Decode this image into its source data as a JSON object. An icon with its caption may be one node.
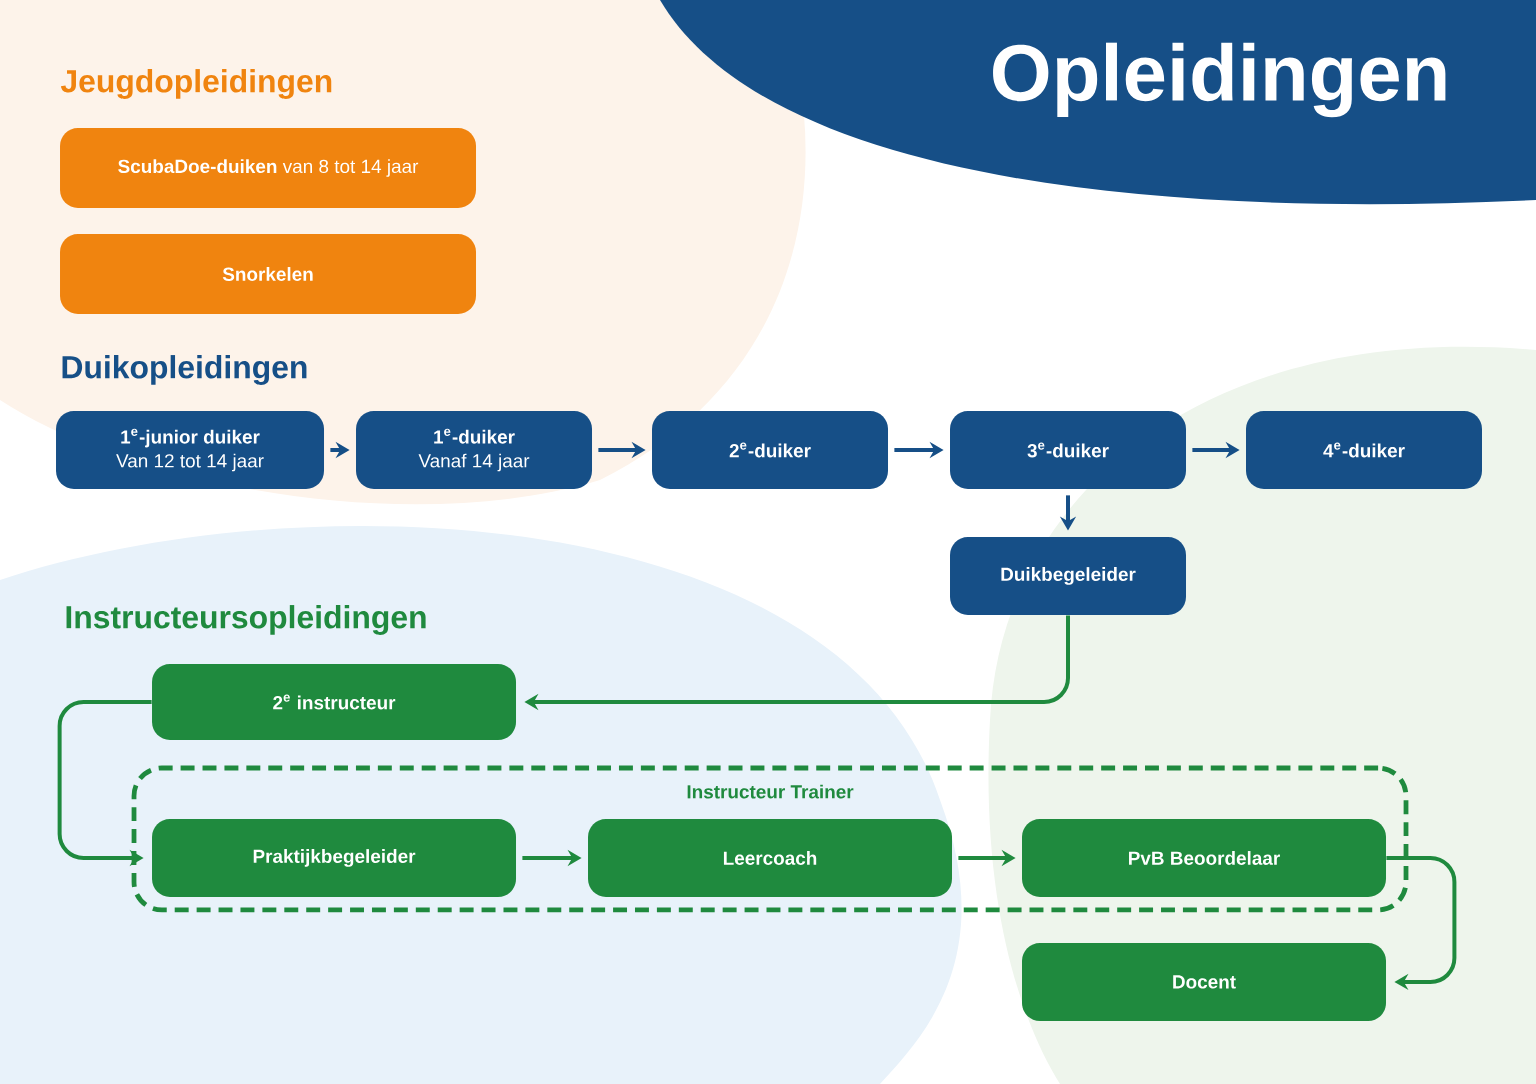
{
  "diagram": {
    "title": "Opleidingen",
    "nodes": [
      {
        "text": [
          "**ScubaDoe-duiken** van 8 tot 14 jaar"
        ]
      },
      {
        "text": [
          "Snorkelen"
        ]
      },
      {
        "text": [
          "1$^{e}$-junior duiker",
          "Van 12 tot 14 jaar"
        ]
      },
      {
        "text": [
          "1$^{e}$-duiker",
          "Vanaf 14 jaar"
        ]
      },
      {
        "text": [
          "2$^{e}$-duiker"
        ]
      },
      {
        "text": [
          "3$^{e}$-duiker"
        ]
      },
      {
        "text": [
          "4$^{e}$-duiker"
        ]
      },
      {
        "text": [
          "Duikbegeleider"
        ]
      },
      {
        "text": [
          "2$^{e}$ instructeur"
        ]
      },
      {
        "text": [
          "Instructeur Trainer"
        ]
      },
      {
        "text": [
          "Praktijkbegeleider"
        ],
        "in": 9
      },
      {
        "text": [
          "Leercoach"
        ],
        "in": 9
      },
      {
        "text": [
          "PvB Beoordelaar"
        ],
        "in": 9
      },
      {
        "text": [
          "Docent"
        ]
      }
    ],
    "edges": [
      {
        "from": 2,
        "to": 3,
        "arrow": "to"
      },
      {
        "from": 3,
        "to": 4,
        "arrow": "to"
      },
      {
        "from": 4,
        "to": 5,
        "arrow": "to"
      },
      {
        "from": 5,
        "to": 6,
        "arrow": "to"
      },
      {
        "from": 5,
        "to": 7,
        "arrow": "to"
      },
      {
        "from": 7,
        "to": 8,
        "arrow": "to",
        "color": "#1f8a3e"
      },
      {
        "from": 8,
        "to": 10,
        "arrow": "to",
        "color": "#1f8a3e"
      },
      {
        "from": 10,
        "to": 11,
        "arrow": "to",
        "color": "#1f8a3e"
      },
      {
        "from": 11,
        "to": 12,
        "arrow": "to",
        "color": "#1f8a3e"
      },
      {
        "from": 12,
        "to": 13,
        "arrow": "to",
        "color": "#1f8a3e"
      }
    ],
    "labels": [
      "Jeugdopleidingen",
      "Duikopleidingen",
      "Instructeursopleidingen"
    ]
  }
}
